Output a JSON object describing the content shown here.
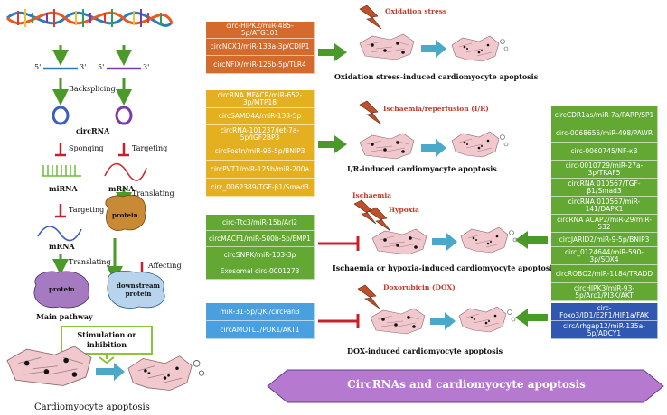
{
  "left_panel": {
    "prime5_a": "5'",
    "prime3_a": "3'",
    "prime5_b": "5'",
    "prime3_b": "3'",
    "backsplicing": "Backsplicing",
    "circrna": "circRNA",
    "sponging": "Sponging",
    "targeting_1": "Targeting",
    "mirna": "miRNA",
    "mrna_1": "mRNA",
    "targeting_2": "Targeting",
    "translating_1": "Translating",
    "mrna_2": "mRNA",
    "translating_2": "Translating",
    "protein_1": "protein",
    "protein_2": "protein",
    "affecting": "Affecting",
    "downstream_protein": "downstream protein",
    "main_pathway": "Main pathway",
    "stimulation_box": "Stimulation or inhibition",
    "cardiomyocyte_apoptosis": "Cardiomyocyte apoptosis"
  },
  "rows": {
    "oxidation": {
      "stimulus": "Oxidation stress",
      "caption": "Oxidation stress-induced cardiomyocyte apoptosis",
      "boxes": [
        "circ-HIPK2/miR-485-5p/ATG101",
        "circNCX1/miR-133a-3p/CDIP1",
        "circNFIX/miR-125b-5p/TLR4"
      ]
    },
    "ir": {
      "stimulus": "Ischaemia/reperfusion (I/R)",
      "caption": "I/R-induced cardiomyocyte apoptosis",
      "boxes": [
        "circRNA MFACR/miR-652-3p/MTP18",
        "circSAMD4A/miR-138-5p",
        "circRNA-101237/let-7a-5p/IGF2BP3",
        "circPostn/miR-96-5p/BNIP3",
        "circPVT1/miR-125b/miR-200a",
        "circ_0062389/TGF-β1/Smad3"
      ]
    },
    "ischaemia": {
      "stimulus_1": "Ischaemia",
      "stimulus_2": "Hypoxia",
      "caption": "Ischaemia or hypoxia-induced cardiomyocyte apoptosis",
      "inhibitors": [
        "circ-Ttc3/miR-15b/Arl2",
        "circMACF1/miR-500b-5p/EMP1",
        "circSNRK/miR-103-3p",
        "Exosomal circ-0001273"
      ],
      "promoters": [
        "circCDR1as/miR-7a/PARP/SP1",
        "circ-0068655/miR-498/PAWR",
        "circ-0060745/NF-κB",
        "circ-0010729/miR-27a-3p/TRAF5",
        "circRNA 010567/TGF-β1/Smad3",
        "circRNA 010567/miR-141/DAPK1",
        "circRNA ACAP2/miR-29/miR-532",
        "circJARID2/miR-9-5p/BNIP3",
        "circ_0124644/miR-590-3p/SOX4",
        "circROBO2/miR-1184/TRADD",
        "circHIPK3/miR-93-5p/Arc1/PI3K/AKT"
      ]
    },
    "dox": {
      "stimulus": "Doxorubicin (DOX)",
      "caption": "DOX-induced cardiomyocyte apoptosis",
      "inhibitors": [
        "miR-31-5p/QKI/circPan3",
        "circAMOTL1/PDK1/AKT1"
      ],
      "promoters": [
        "circ-Foxo3/ID1/E2F1/HIF1a/FAK",
        "circArhgap12/miR-135a-5p/ADCY1"
      ]
    }
  },
  "banner": "CircRNAs and cardiomyocyte apoptosis",
  "colors": {
    "orange": "#d46a2c",
    "gold": "#e5b020",
    "green": "#63a832",
    "blue": "#4a9fde",
    "navy": "#3058b0",
    "arrow_green": "#4a9a2a",
    "inhibit_red": "#c8202a",
    "banner": "#b57ad0",
    "cyan_arrow": "#4aa8c8"
  }
}
